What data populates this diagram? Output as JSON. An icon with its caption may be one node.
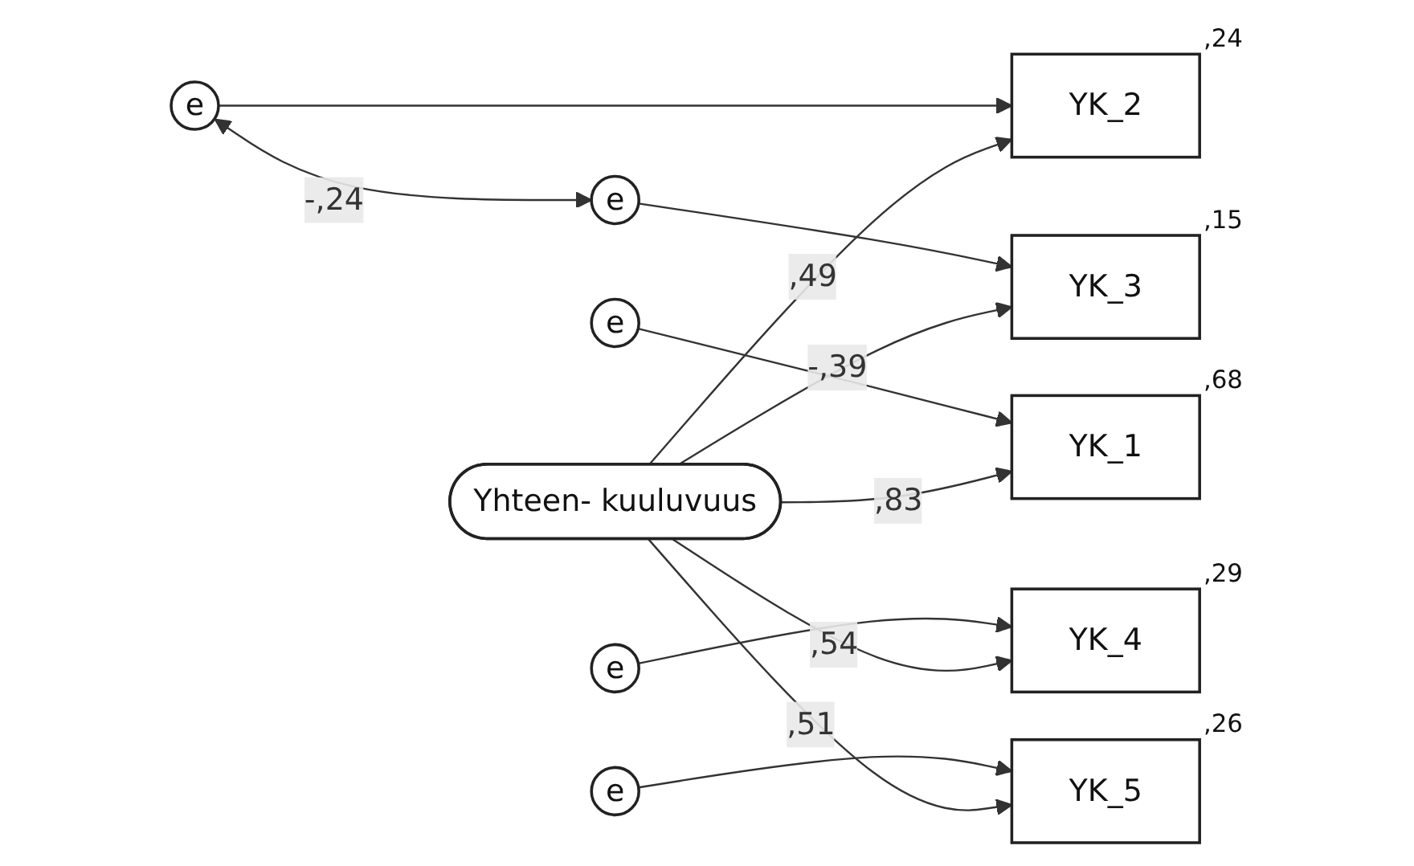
{
  "diagram": {
    "nodes": [
      {
        "text": [
          "e"
        ]
      },
      {
        "text": [
          "YK_1"
        ],
        "beside": [
          ",68"
        ]
      },
      {
        "text": [
          "e"
        ]
      },
      {
        "text": [
          "YK_2"
        ],
        "beside": [
          ",24"
        ]
      },
      {
        "text": [
          "e"
        ]
      },
      {
        "text": [
          "YK_3"
        ],
        "beside": [
          ",15"
        ]
      },
      {
        "text": [
          "e"
        ]
      },
      {
        "text": [
          "YK_4"
        ],
        "beside": [
          ",29"
        ]
      },
      {
        "text": [
          "e"
        ]
      },
      {
        "text": [
          "YK_5"
        ],
        "beside": [
          ",26"
        ]
      },
      {
        "text": [
          "Yhteen- kuuluvuus"
        ]
      }
    ],
    "edges": [
      {
        "from": 0,
        "to": 1,
        "arrow": "to"
      },
      {
        "from": 2,
        "to": 3,
        "arrow": "to"
      },
      {
        "from": 4,
        "to": 5,
        "arrow": "to"
      },
      {
        "from": 6,
        "to": 7,
        "arrow": "to"
      },
      {
        "from": 8,
        "to": 9,
        "arrow": "to"
      },
      {
        "from": 2,
        "to": 4,
        "arrow": "both",
        "label": "-,24"
      },
      {
        "from": 10,
        "to": 1,
        "arrow": "to",
        "label": ",83"
      },
      {
        "from": 10,
        "to": 3,
        "arrow": "to",
        "label": ",49"
      },
      {
        "from": 10,
        "to": 5,
        "arrow": "to",
        "label": "-,39"
      },
      {
        "from": 10,
        "to": 7,
        "arrow": "to",
        "label": ",54"
      },
      {
        "from": 10,
        "to": 9,
        "arrow": "to",
        "label": ",51"
      }
    ]
  }
}
